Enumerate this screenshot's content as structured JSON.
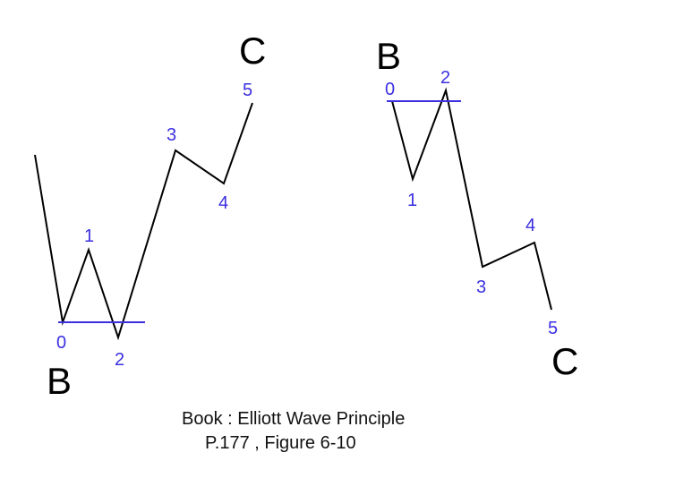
{
  "colors": {
    "wave_line": "#000000",
    "wave_number": "#3b2fe0",
    "baseline": "#3b2fe0",
    "wave_letter": "#000000",
    "caption": "#111111"
  },
  "left_pattern": {
    "start_letter": "B",
    "end_letter": "C",
    "wave_numbers": [
      "0",
      "1",
      "2",
      "3",
      "4",
      "5"
    ]
  },
  "right_pattern": {
    "start_letter": "B",
    "end_letter": "C",
    "wave_numbers": [
      "0",
      "1",
      "2",
      "3",
      "4",
      "5"
    ]
  },
  "caption": {
    "line1": "Book : Elliott Wave Principle",
    "line2": "P.177 , Figure 6-10"
  }
}
